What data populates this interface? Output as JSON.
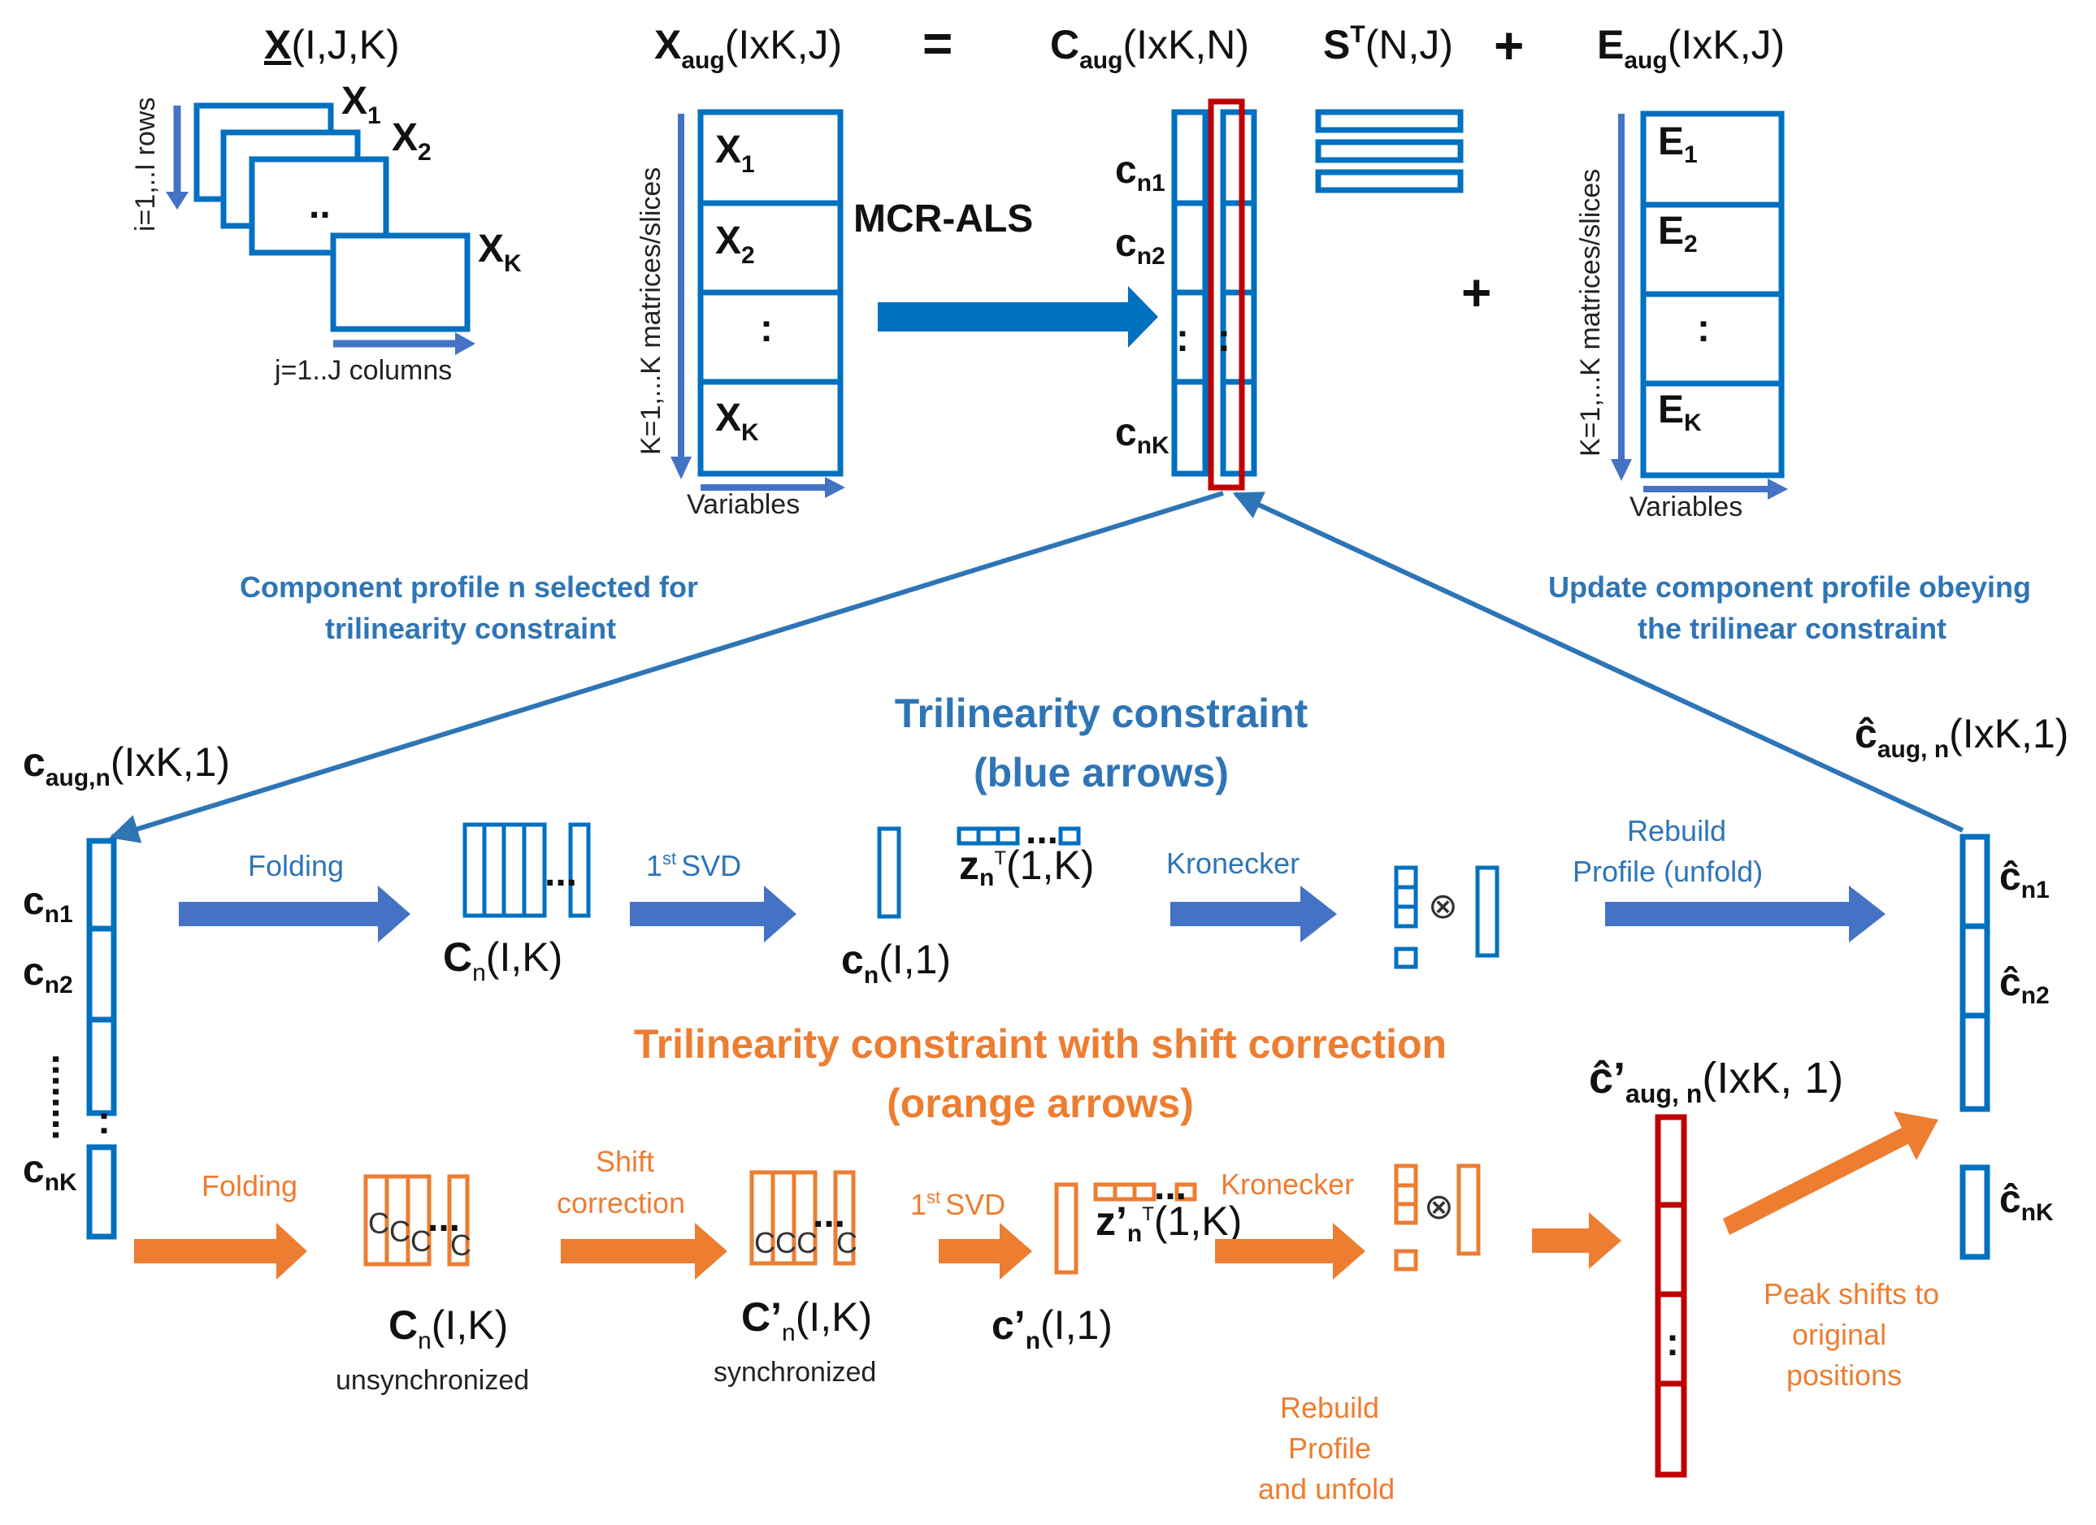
{
  "top": {
    "tensor_title": "X",
    "tensor_dims": "(I,J,K)",
    "rows_label": "i=1,..I rows",
    "cols_label": "j=1..J columns",
    "slice_x1": "X",
    "slice_x1_sub": "1",
    "slice_x2": "X",
    "slice_x2_sub": "2",
    "slice_dots": "..",
    "slice_xk": "X",
    "slice_xk_sub": "K",
    "xaug_main": "X",
    "xaug_sub": "aug",
    "xaug_dims": "(IxK,J)",
    "equals": "=",
    "caug_main": "C",
    "caug_sub": "aug",
    "caug_dims": "(IxK,N)",
    "st_main": "S",
    "st_sup": "T",
    "st_dims": "(N,J)",
    "plus": "+",
    "eaug_main": "E",
    "eaug_sub": "aug",
    "eaug_dims": "(IxK,J)",
    "xaug_blocks": [
      {
        "main": "X",
        "sub": "1"
      },
      {
        "main": "X",
        "sub": "2"
      },
      {
        "main": ":",
        "sub": ""
      },
      {
        "main": "X",
        "sub": "K"
      }
    ],
    "eaug_blocks": [
      {
        "main": "E",
        "sub": "1"
      },
      {
        "main": "E",
        "sub": "2"
      },
      {
        "main": ":",
        "sub": ""
      },
      {
        "main": "E",
        "sub": "K"
      }
    ],
    "k_axis_label": "K=1,...K matrices/slices",
    "variables_label": "Variables",
    "mcr_label": "MCR-ALS",
    "caug_rows": [
      {
        "main": "c",
        "sub": "n1"
      },
      {
        "main": "c",
        "sub": "n2"
      },
      {
        "main": "c",
        "sub": "nK"
      }
    ],
    "col_dots": ":",
    "plus_mid": "+"
  },
  "annotations": {
    "left_line1": "Component profile n selected for",
    "left_line2": "trilinearity constraint",
    "right_line1": "Update component profile obeying",
    "right_line2": "the trilinear constraint"
  },
  "blue_section": {
    "title1": "Trilinearity  constraint",
    "title2": "(blue arrows)",
    "input_main": "c",
    "input_sub": "aug,n",
    "input_dims": "(IxK,1)",
    "input_rows": [
      {
        "main": "c",
        "sub": "n1"
      },
      {
        "main": "c",
        "sub": "n2"
      },
      {
        "main": "c",
        "sub": "nK"
      }
    ],
    "input_dots": "........",
    "folding": "Folding",
    "cn_main": "C",
    "cn_sub": "n",
    "cn_dims": "(I,K)",
    "svd_sup": "st",
    "svd_pre": "1",
    "svd_post": "SVD",
    "cvec_main": "c",
    "cvec_sub": "n",
    "cvec_dims": "(I,1)",
    "z_main": "z",
    "z_sub": "n",
    "z_sup": "T",
    "z_dims": "(1,K)",
    "kronecker": "Kronecker",
    "otimes": "⊗",
    "rebuild1": "Rebuild",
    "rebuild2": "Profile (unfold)",
    "out_main": "ĉ",
    "out_sub": "aug, n",
    "out_dims": "(IxK,1)",
    "out_rows": [
      {
        "main": "ĉ",
        "sub": "n1"
      },
      {
        "main": "ĉ",
        "sub": "n2"
      },
      {
        "main": "ĉ",
        "sub": "nK"
      }
    ],
    "dots": "..."
  },
  "orange_section": {
    "title1": "Trilinearity  constraint  with shift correction",
    "title2": "(orange arrows)",
    "folding": "Folding",
    "cn_main": "C",
    "cn_sub": "n",
    "cn_dims": "(I,K)",
    "cn_note": "unsynchronized",
    "shift1": "Shift",
    "shift2": "correction",
    "cpn_main": "C’",
    "cpn_sub": "n",
    "cpn_dims": "(I,K)",
    "cpn_note": "synchronized",
    "svd_pre": "1",
    "svd_sup": "st",
    "svd_post": "SVD",
    "cpvec_main": "c’",
    "cpvec_sub": "n",
    "cpvec_dims": "(I,1)",
    "z_main": "z’",
    "z_sub": "n",
    "z_sup": "T",
    "z_dims": "(1,K)",
    "kronecker": "Kronecker",
    "otimes": "⊗",
    "rebuild1": "Rebuild",
    "rebuild2": "Profile",
    "rebuild3": "and unfold",
    "out_main": "ĉ’",
    "out_sub": "aug, n",
    "out_dims": "(IxK, 1)",
    "peak1": "Peak shifts to",
    "peak2": "original",
    "peak3": "positions",
    "peak_glyph": "C",
    "dots": "..."
  },
  "colors": {
    "blue_box": "#0070C0",
    "blue_arrow": "#4472C4",
    "blue_text": "#2E75B6",
    "orange": "#ED7D31",
    "red": "#C00000"
  }
}
